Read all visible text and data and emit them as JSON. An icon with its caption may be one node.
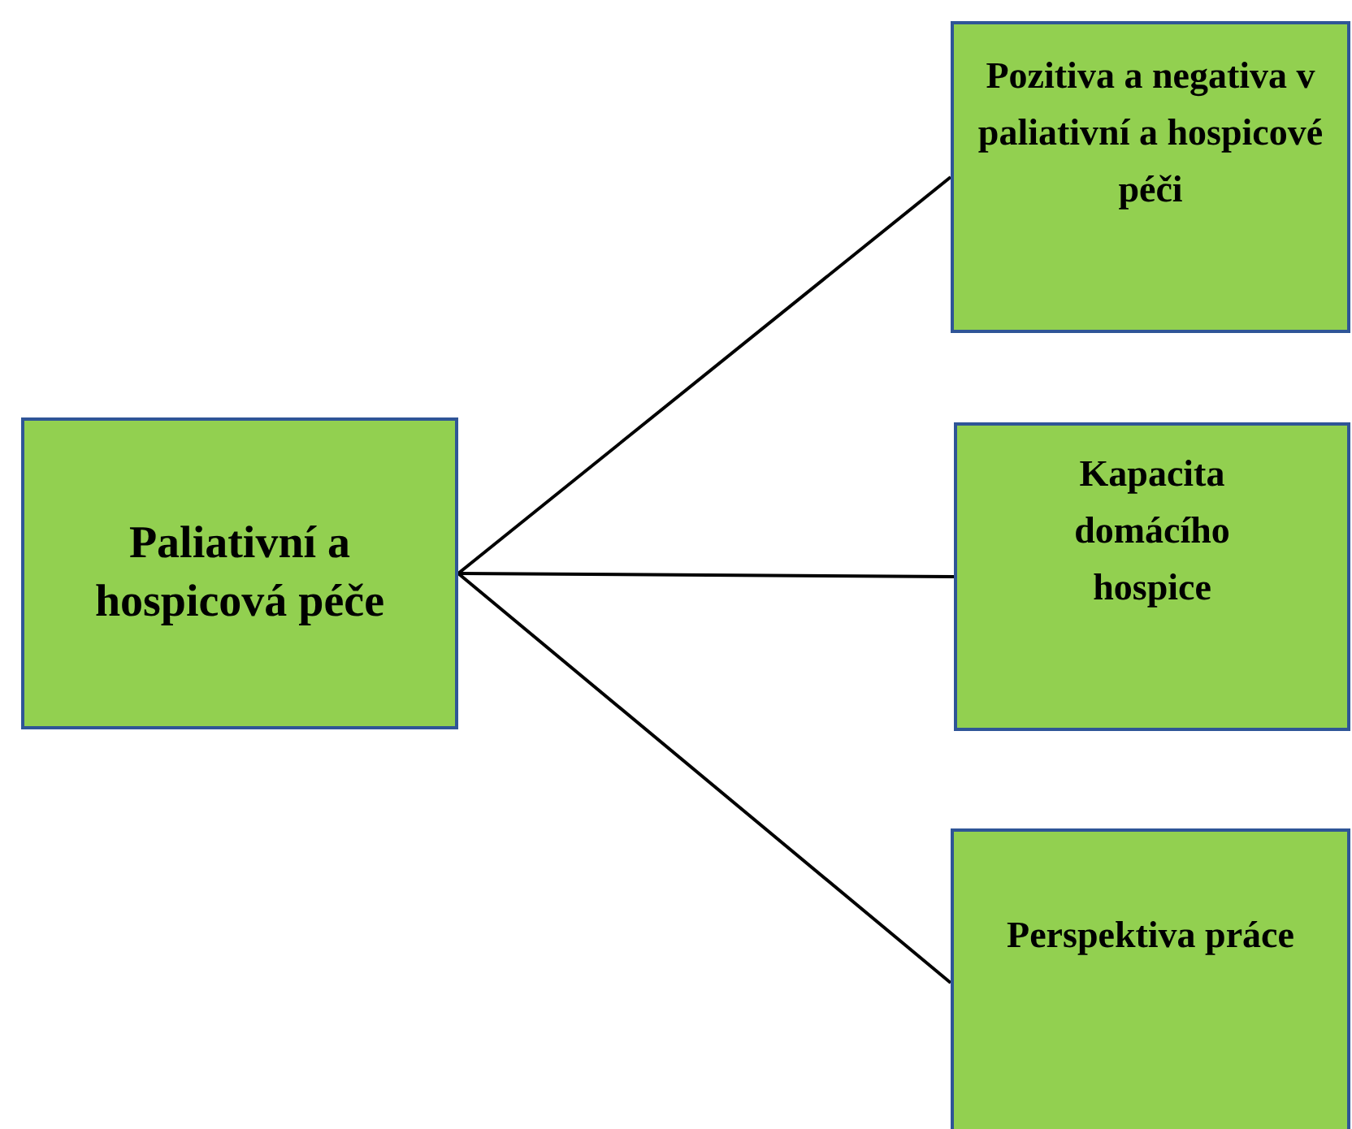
{
  "diagram": {
    "nodes": [
      {
        "text": [
          "Paliativní a hospicová péče"
        ]
      },
      {
        "text": [
          "Pozitiva a negativa v paliativní a hospicové péči"
        ]
      },
      {
        "text": [
          "Kapacita domácího hospice"
        ]
      },
      {
        "text": [
          "Perspektiva práce"
        ]
      }
    ],
    "edges": [
      {
        "from": 0,
        "to": 1,
        "arrow": "none"
      },
      {
        "from": 0,
        "to": 2,
        "arrow": "none"
      },
      {
        "from": 0,
        "to": 3,
        "arrow": "none"
      }
    ]
  }
}
